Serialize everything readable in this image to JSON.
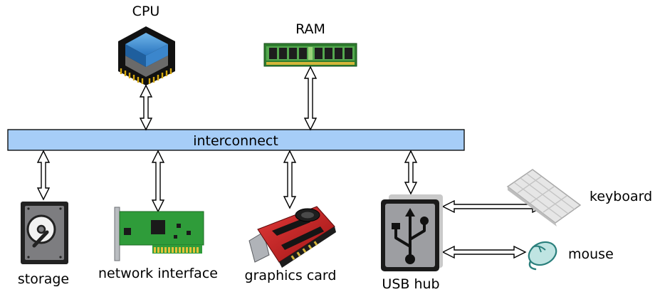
{
  "bus": {
    "label": "interconnect",
    "fill": "#a6cdf7"
  },
  "components": {
    "cpu": {
      "label": "CPU",
      "icon": "cpu-chip-icon"
    },
    "ram": {
      "label": "RAM",
      "icon": "ram-module-icon"
    },
    "storage": {
      "label": "storage",
      "icon": "hard-drive-icon"
    },
    "network": {
      "label": "network interface",
      "icon": "network-card-icon"
    },
    "graphics": {
      "label": "graphics card",
      "icon": "graphics-card-icon"
    },
    "usb": {
      "label": "USB hub",
      "icon": "usb-hub-icon"
    },
    "keyboard": {
      "label": "keyboard",
      "icon": "keyboard-icon"
    },
    "mouse": {
      "label": "mouse",
      "icon": "mouse-icon"
    }
  },
  "connections": [
    [
      "cpu",
      "bus"
    ],
    [
      "ram",
      "bus"
    ],
    [
      "bus",
      "storage"
    ],
    [
      "bus",
      "network"
    ],
    [
      "bus",
      "graphics"
    ],
    [
      "bus",
      "usb"
    ],
    [
      "usb",
      "keyboard"
    ],
    [
      "usb",
      "mouse"
    ]
  ]
}
